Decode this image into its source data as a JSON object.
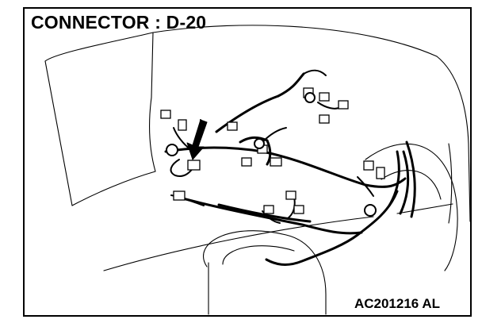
{
  "title": "CONNECTOR : D-20",
  "figure_code": "AC201216 AL",
  "illustration": {
    "subject": "wiring-harness",
    "pointer": "arrow-down-icon",
    "target_connector": "connector-d20",
    "colors": {
      "line": "#000000",
      "background": "#ffffff"
    }
  }
}
